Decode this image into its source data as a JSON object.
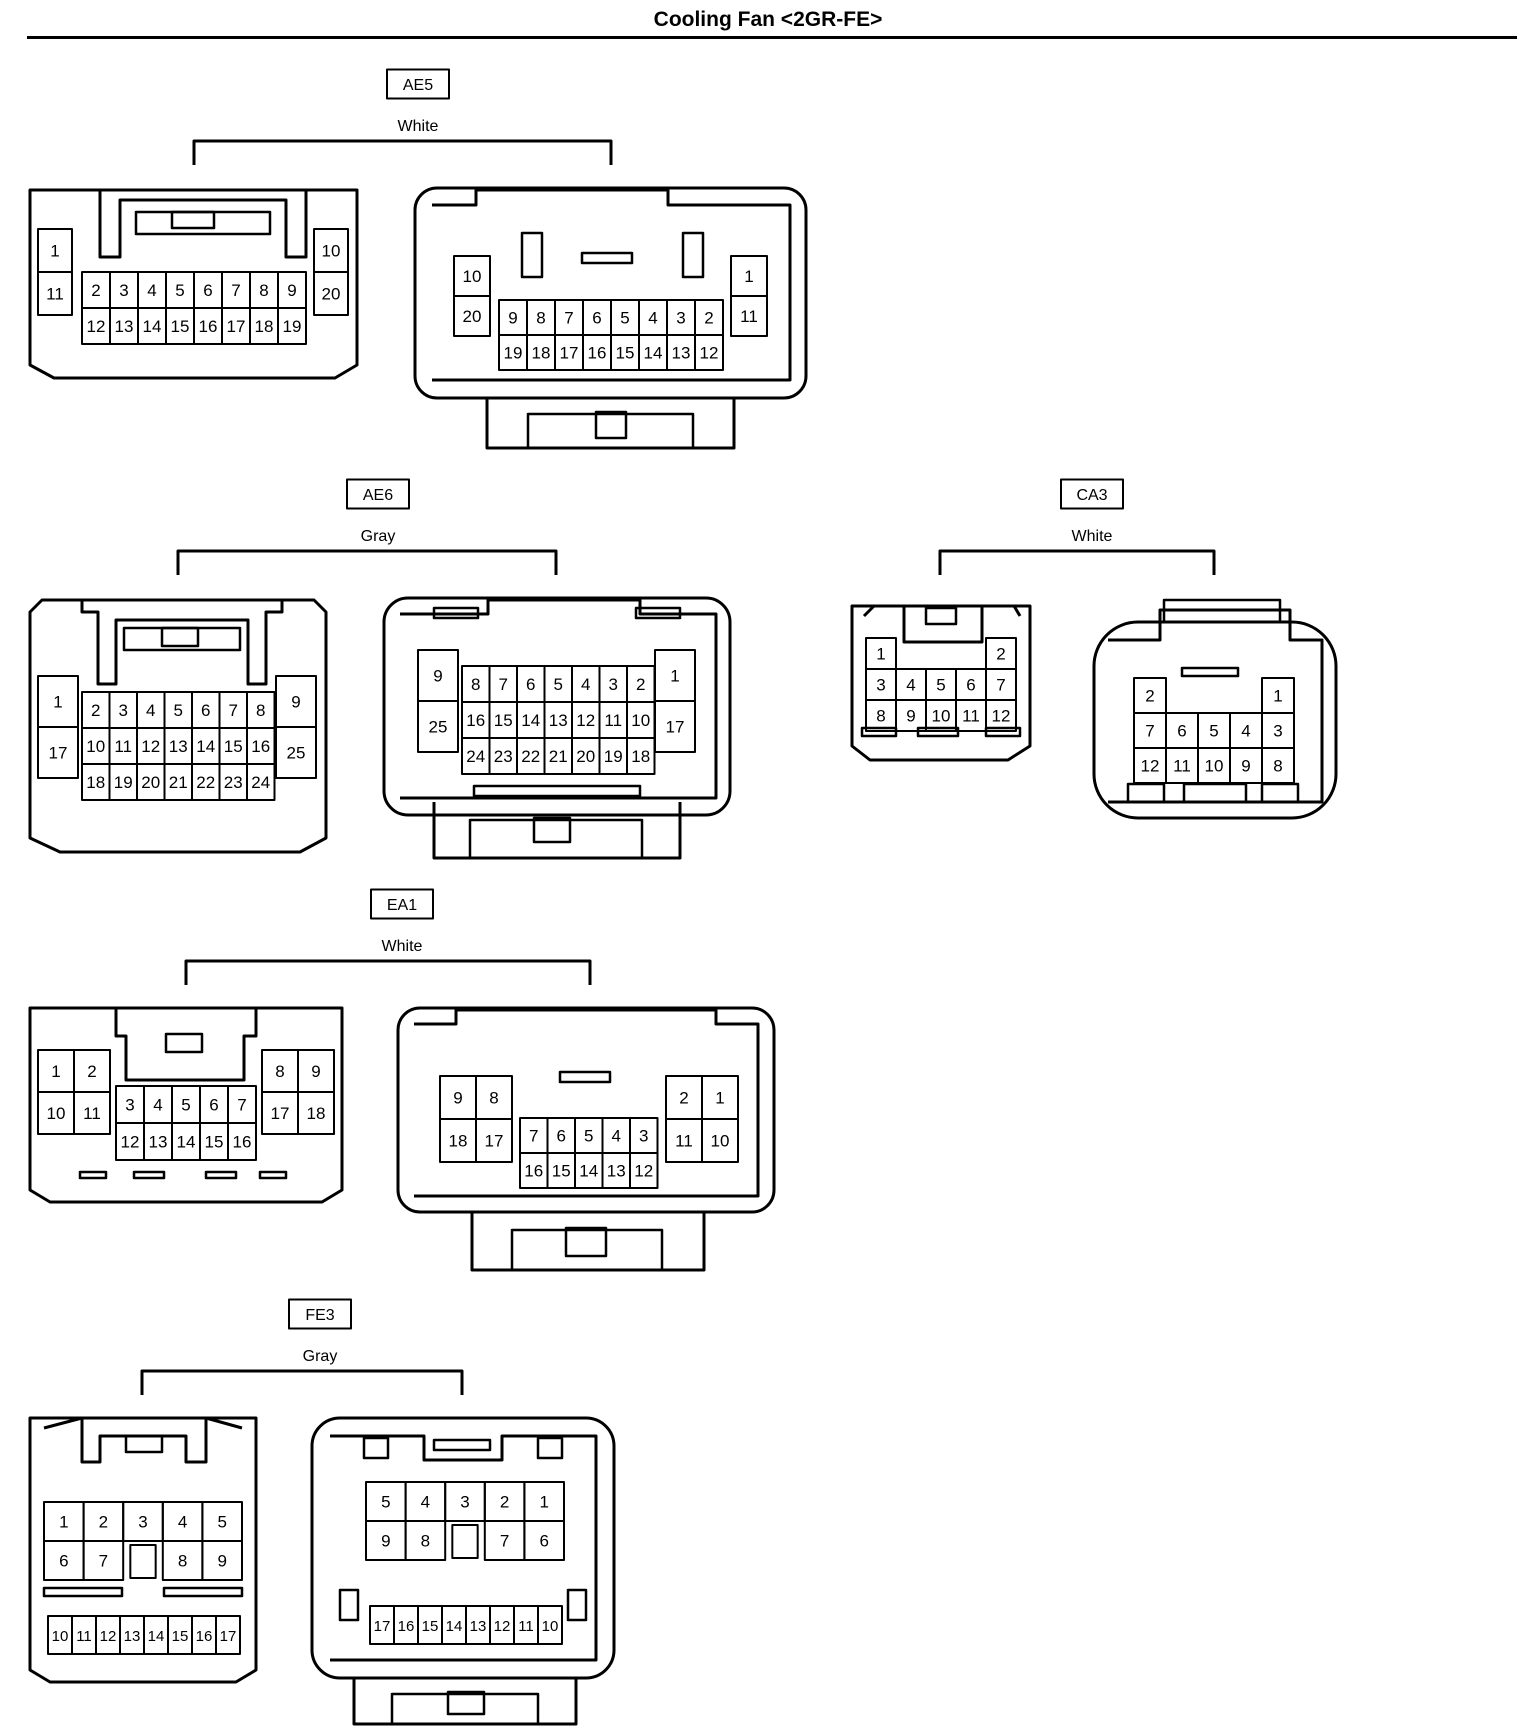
{
  "title": "Cooling Fan <2GR-FE>",
  "connectors": [
    {
      "id": "AE5",
      "color": "White",
      "halves": [
        {
          "name": "male",
          "blocks": [
            {
              "rows": [
                [
                  "1"
                ],
                [
                  "11"
                ]
              ]
            },
            {
              "rows": [
                [
                  "2",
                  "3",
                  "4",
                  "5",
                  "6",
                  "7",
                  "8",
                  "9"
                ],
                [
                  "12",
                  "13",
                  "14",
                  "15",
                  "16",
                  "17",
                  "18",
                  "19"
                ]
              ]
            },
            {
              "rows": [
                [
                  "10"
                ],
                [
                  "20"
                ]
              ]
            }
          ]
        },
        {
          "name": "female",
          "blocks": [
            {
              "rows": [
                [
                  "10"
                ],
                [
                  "20"
                ]
              ]
            },
            {
              "rows": [
                [
                  "9",
                  "8",
                  "7",
                  "6",
                  "5",
                  "4",
                  "3",
                  "2"
                ],
                [
                  "19",
                  "18",
                  "17",
                  "16",
                  "15",
                  "14",
                  "13",
                  "12"
                ]
              ]
            },
            {
              "rows": [
                [
                  "1"
                ],
                [
                  "11"
                ]
              ]
            }
          ]
        }
      ]
    },
    {
      "id": "AE6",
      "color": "Gray",
      "halves": [
        {
          "name": "male",
          "blocks": [
            {
              "rows": [
                [
                  "1"
                ],
                [
                  "17"
                ]
              ]
            },
            {
              "rows": [
                [
                  "2",
                  "3",
                  "4",
                  "5",
                  "6",
                  "7",
                  "8"
                ],
                [
                  "10",
                  "11",
                  "12",
                  "13",
                  "14",
                  "15",
                  "16"
                ],
                [
                  "18",
                  "19",
                  "20",
                  "21",
                  "22",
                  "23",
                  "24"
                ]
              ]
            },
            {
              "rows": [
                [
                  "9"
                ],
                [
                  "25"
                ]
              ]
            }
          ]
        },
        {
          "name": "female",
          "blocks": [
            {
              "rows": [
                [
                  "9"
                ],
                [
                  "25"
                ]
              ]
            },
            {
              "rows": [
                [
                  "8",
                  "7",
                  "6",
                  "5",
                  "4",
                  "3",
                  "2"
                ],
                [
                  "16",
                  "15",
                  "14",
                  "13",
                  "12",
                  "11",
                  "10"
                ],
                [
                  "24",
                  "23",
                  "22",
                  "21",
                  "20",
                  "19",
                  "18"
                ]
              ]
            },
            {
              "rows": [
                [
                  "1"
                ],
                [
                  "17"
                ]
              ]
            }
          ]
        }
      ]
    },
    {
      "id": "CA3",
      "color": "White",
      "halves": [
        {
          "name": "male",
          "blocks": [
            {
              "rows": [
                [
                  "1",
                  "",
                  "",
                  "",
                  "2"
                ],
                [
                  "3",
                  "4",
                  "5",
                  "6",
                  "7"
                ],
                [
                  "8",
                  "9",
                  "10",
                  "11",
                  "12"
                ]
              ]
            }
          ]
        },
        {
          "name": "female",
          "blocks": [
            {
              "rows": [
                [
                  "2",
                  "",
                  "",
                  "",
                  "1"
                ],
                [
                  "7",
                  "6",
                  "5",
                  "4",
                  "3"
                ],
                [
                  "12",
                  "11",
                  "10",
                  "9",
                  "8"
                ]
              ]
            }
          ]
        }
      ]
    },
    {
      "id": "EA1",
      "color": "White",
      "halves": [
        {
          "name": "male",
          "blocks": [
            {
              "rows": [
                [
                  "1",
                  "2"
                ],
                [
                  "10",
                  "11"
                ]
              ]
            },
            {
              "rows": [
                [
                  "3",
                  "4",
                  "5",
                  "6",
                  "7"
                ],
                [
                  "12",
                  "13",
                  "14",
                  "15",
                  "16"
                ]
              ]
            },
            {
              "rows": [
                [
                  "8",
                  "9"
                ],
                [
                  "17",
                  "18"
                ]
              ]
            }
          ]
        },
        {
          "name": "female",
          "blocks": [
            {
              "rows": [
                [
                  "9",
                  "8"
                ],
                [
                  "18",
                  "17"
                ]
              ]
            },
            {
              "rows": [
                [
                  "7",
                  "6",
                  "5",
                  "4",
                  "3"
                ],
                [
                  "16",
                  "15",
                  "14",
                  "13",
                  "12"
                ]
              ]
            },
            {
              "rows": [
                [
                  "2",
                  "1"
                ],
                [
                  "11",
                  "10"
                ]
              ]
            }
          ]
        }
      ]
    },
    {
      "id": "FE3",
      "color": "Gray",
      "halves": [
        {
          "name": "male",
          "blocks": [
            {
              "rows": [
                [
                  "1",
                  "2",
                  "3",
                  "4",
                  "5"
                ],
                [
                  "6",
                  "7",
                  "",
                  "8",
                  "9"
                ]
              ]
            },
            {
              "rows": [
                [
                  "10",
                  "11",
                  "12",
                  "13",
                  "14",
                  "15",
                  "16",
                  "17"
                ]
              ]
            }
          ]
        },
        {
          "name": "female",
          "blocks": [
            {
              "rows": [
                [
                  "5",
                  "4",
                  "3",
                  "2",
                  "1"
                ],
                [
                  "9",
                  "8",
                  "",
                  "7",
                  "6"
                ]
              ]
            },
            {
              "rows": [
                [
                  "17",
                  "16",
                  "15",
                  "14",
                  "13",
                  "12",
                  "11",
                  "10"
                ]
              ]
            }
          ]
        }
      ]
    }
  ]
}
